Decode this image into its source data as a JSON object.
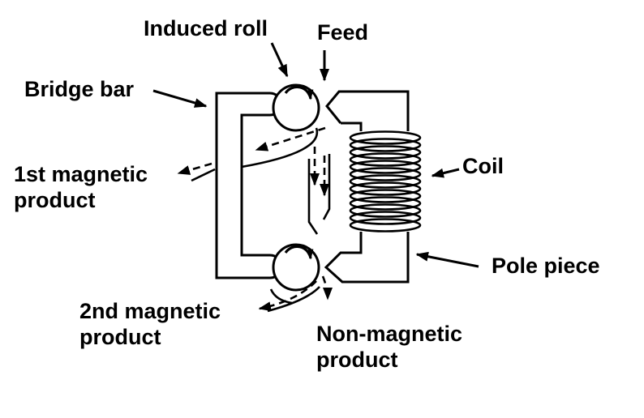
{
  "labels": {
    "induced_roll": "Induced roll",
    "feed": "Feed",
    "bridge_bar": "Bridge bar",
    "first_magnetic_product": {
      "line1": "1st magnetic",
      "line2": "product"
    },
    "coil": "Coil",
    "pole_piece": "Pole piece",
    "second_magnetic_product": {
      "line1": "2nd magnetic",
      "line2": "product"
    },
    "non_magnetic_product": {
      "line1": "Non-magnetic",
      "line2": "product"
    }
  },
  "colors": {
    "line": "#000000",
    "text": "#000000",
    "background": "#ffffff"
  }
}
